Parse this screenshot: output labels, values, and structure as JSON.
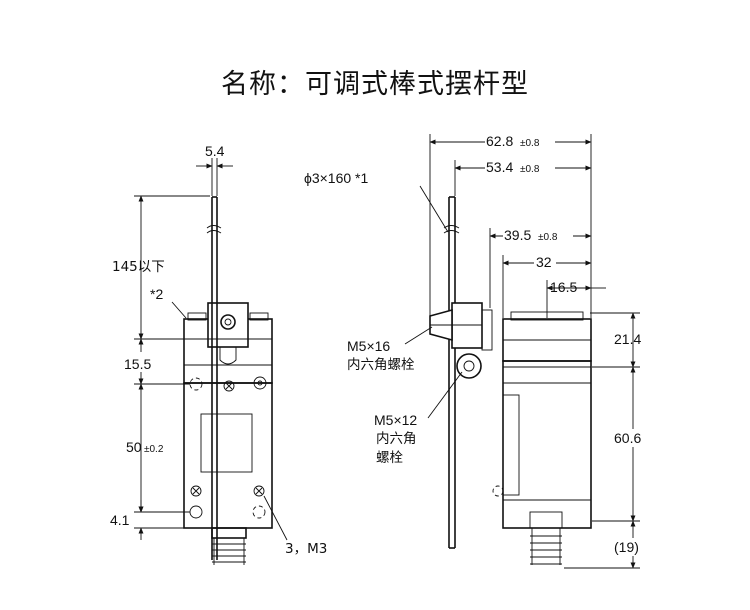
{
  "title": "名称：可调式棒式摆杆型",
  "front_view": {
    "dim_width_top": "5.4",
    "dim_rod_length": "145以下",
    "note_star2": "*2",
    "dim_15_5": "15.5",
    "dim_50": "50",
    "dim_50_tol": "±0.2",
    "dim_4_1": "4.1",
    "holes_label": "3，M3"
  },
  "side_view": {
    "rod_spec": "ϕ3×160 *1",
    "dim_62_8": "62.8",
    "dim_62_8_tol": "±0.8",
    "dim_53_4": "53.4",
    "dim_53_4_tol": "±0.8",
    "dim_39_5": "39.5",
    "dim_39_5_tol": "±0.8",
    "dim_32": "32",
    "dim_16_5": "16.5",
    "dim_21_4": "21.4",
    "dim_60_6": "60.6",
    "dim_19": "(19)",
    "screw1_size": "M5×16",
    "screw1_desc": "内六角螺栓",
    "screw2_size": "M5×12",
    "screw2_desc1": "内六角",
    "screw2_desc2": "螺栓"
  }
}
